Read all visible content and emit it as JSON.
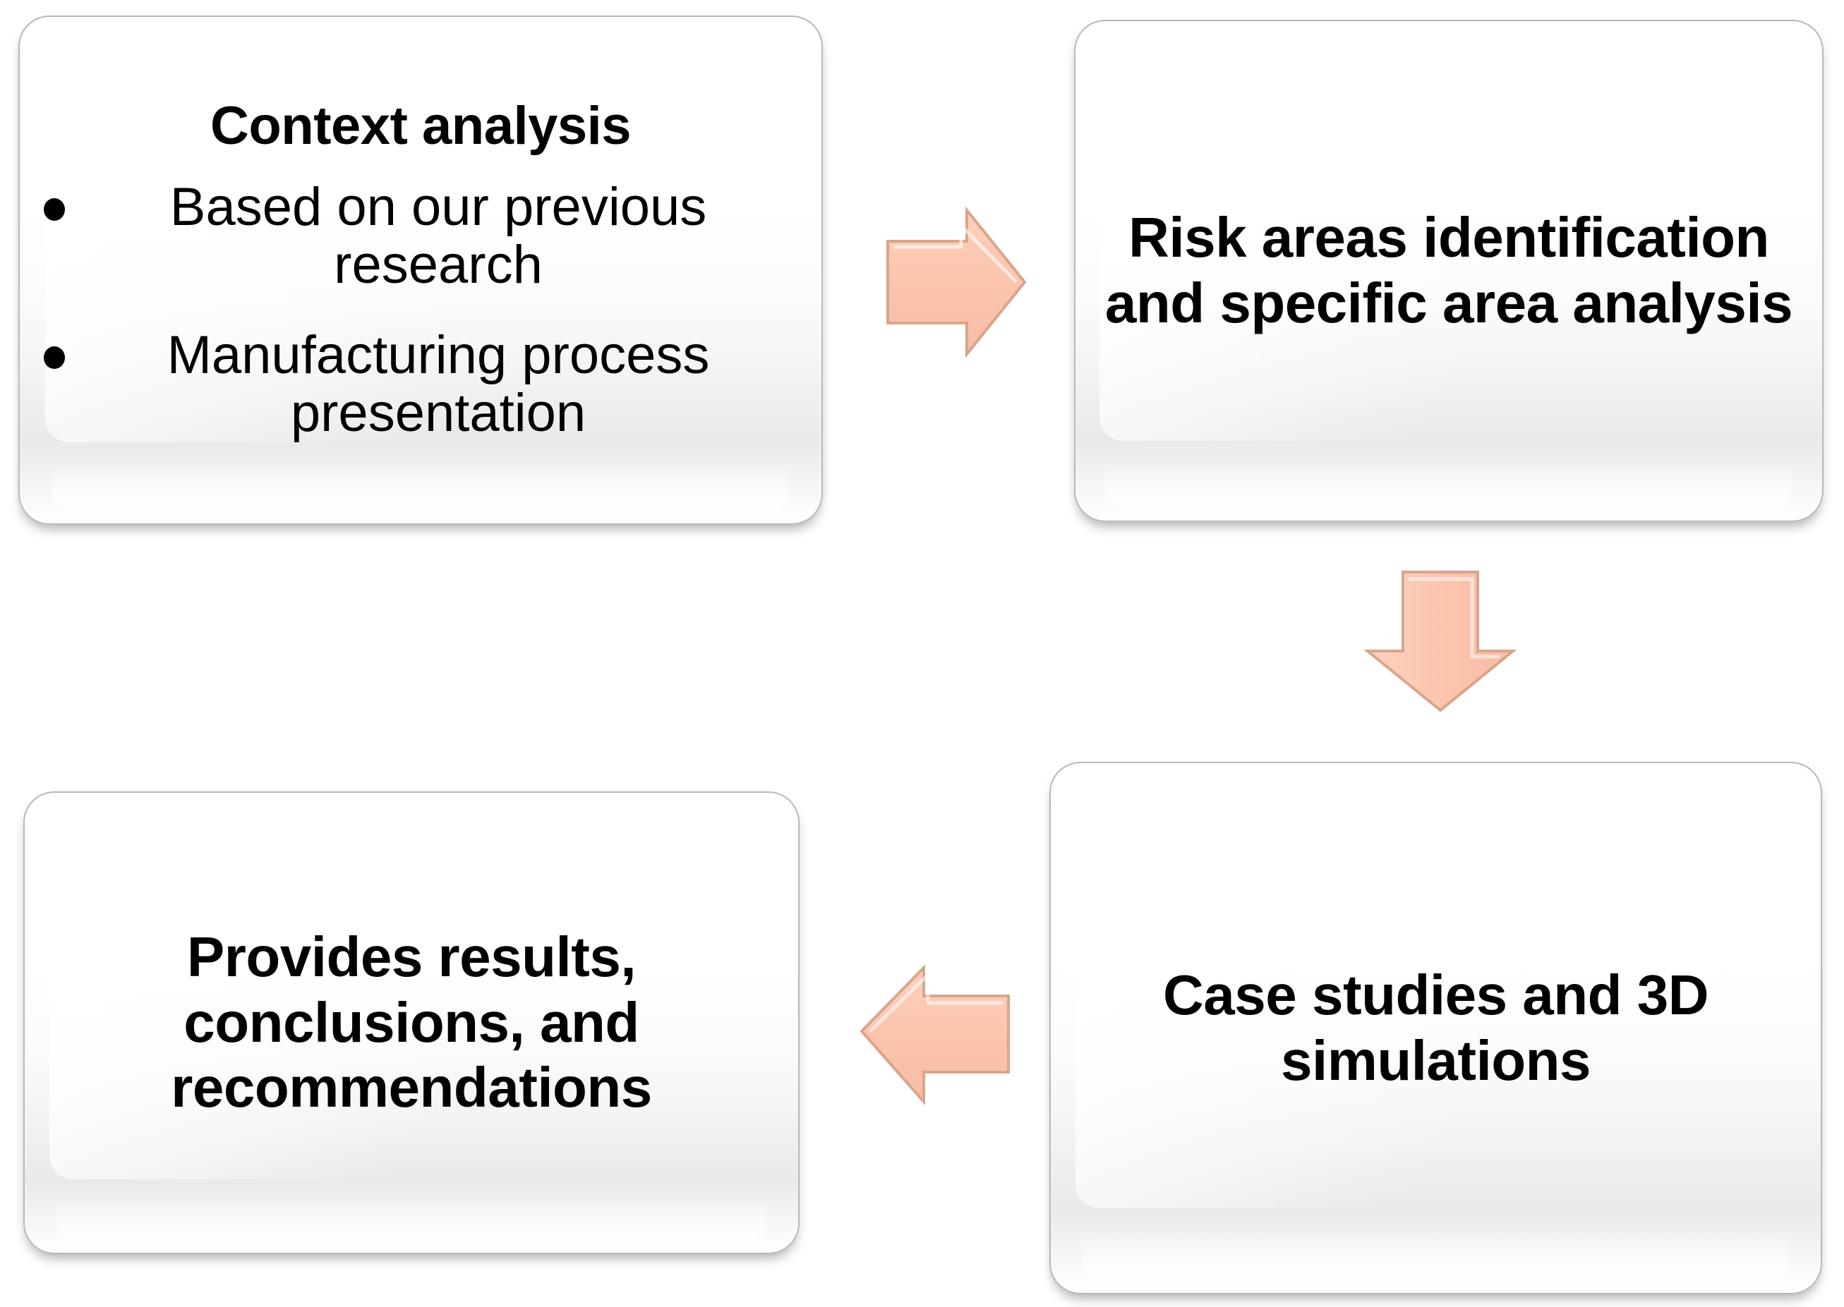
{
  "diagram": {
    "type": "flowchart",
    "background_color": "#ffffff",
    "node_fill_color": "#f4f4f4",
    "node_border_color": "#b8b8b8",
    "arrow_color": "#fcc5ae",
    "arrow_edge_color": "#d9a58d",
    "text_color": "#000000"
  },
  "nodes": [
    {
      "id": "context-analysis",
      "title": "Context analysis",
      "bullets": [
        "Based on our previous research",
        "Manufacturing process presentation"
      ]
    },
    {
      "id": "risk-areas",
      "heading": "Risk areas identification and specific area analysis"
    },
    {
      "id": "case-studies",
      "heading": "Case studies and 3D simulations"
    },
    {
      "id": "provides-results",
      "heading": "Provides results, conclusions, and recommendations"
    }
  ],
  "arrows": [
    {
      "id": "arrow-right-top",
      "direction": "right",
      "from": "context-analysis",
      "to": "risk-areas"
    },
    {
      "id": "arrow-down-right",
      "direction": "down",
      "from": "risk-areas",
      "to": "case-studies"
    },
    {
      "id": "arrow-left-bottom",
      "direction": "left",
      "from": "case-studies",
      "to": "provides-results"
    }
  ]
}
